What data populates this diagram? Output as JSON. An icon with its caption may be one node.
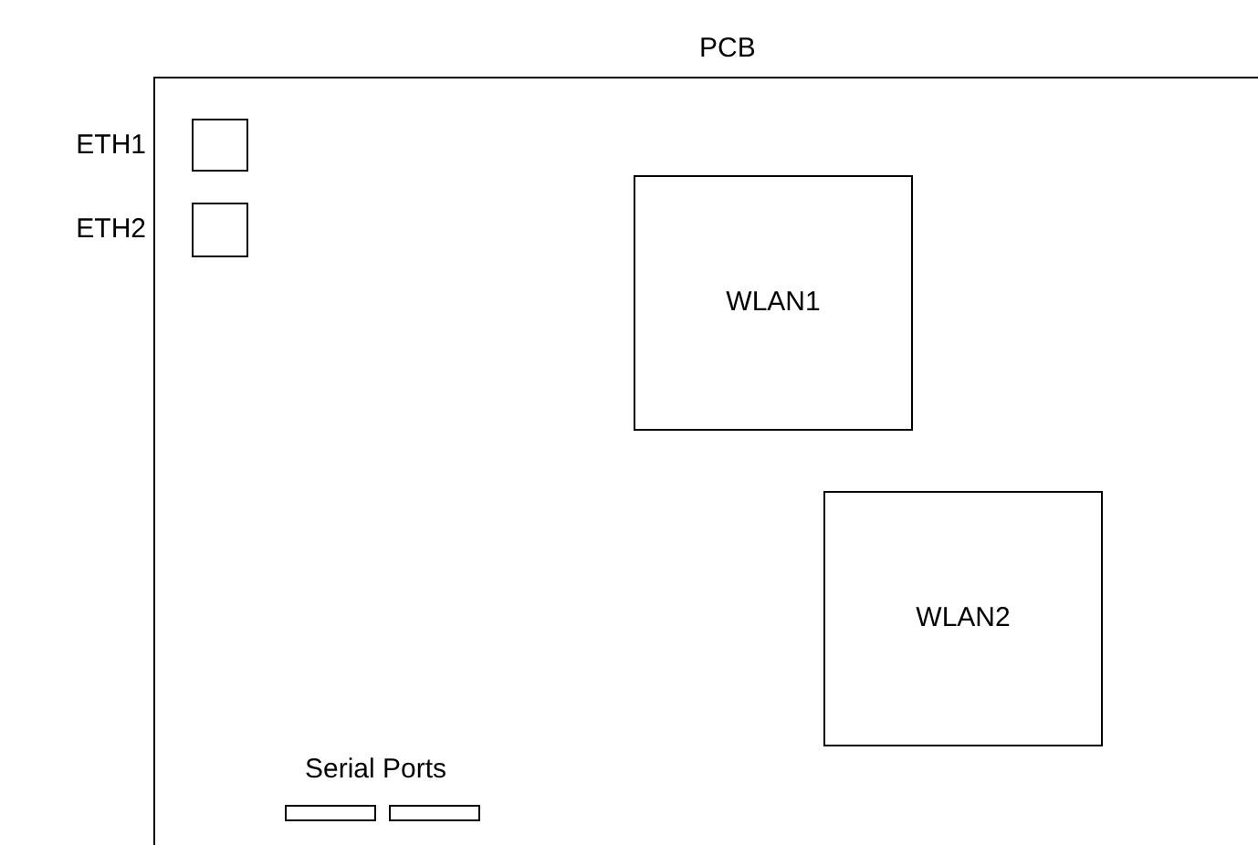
{
  "diagram": {
    "nodes": [
      {
        "text": [
          "PCB"
        ]
      },
      {
        "text": [
          "ETH1"
        ],
        "in": 0
      },
      {
        "text": [
          "ETH2"
        ],
        "in": 0
      },
      {
        "text": [
          "WLAN1"
        ],
        "in": 0
      },
      {
        "text": [
          "WLAN2"
        ],
        "in": 0
      },
      {
        "text": [],
        "shape": "bar",
        "in": 0
      },
      {
        "text": [],
        "shape": "bar",
        "in": 0
      }
    ],
    "labels": [
      "Serial Ports"
    ]
  }
}
